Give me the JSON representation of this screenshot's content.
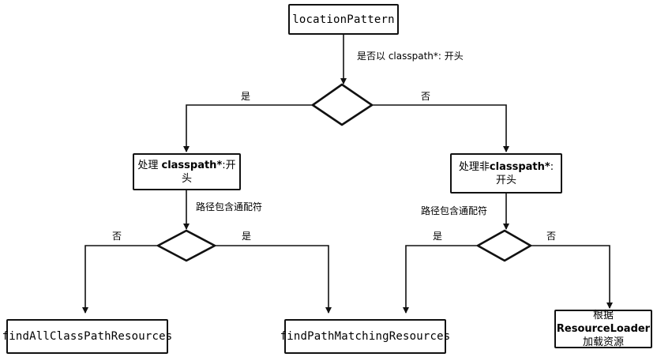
{
  "diagram": {
    "title": "locationPattern resource resolution flowchart",
    "stroke_color": "#111111",
    "background_color": "#ffffff",
    "nodes": {
      "start": {
        "label": "locationPattern",
        "shape": "box"
      },
      "decision_top": {
        "label": "",
        "shape": "diamond"
      },
      "process_left": {
        "label_prefix": "处理 ",
        "label_bold": "classpath*",
        "label_suffix": ":开头",
        "shape": "box"
      },
      "process_right": {
        "label_prefix": "处理非",
        "label_bold": "classpath*",
        "label_suffix": ":开头",
        "shape": "box"
      },
      "decision_left": {
        "label": "",
        "shape": "diamond"
      },
      "decision_right": {
        "label": "",
        "shape": "diamond"
      },
      "result_find_all": {
        "label": "findAllClassPathResources",
        "shape": "box"
      },
      "result_find_matching": {
        "label": "findPathMatchingResources",
        "shape": "box"
      },
      "result_resource_loader": {
        "line1_prefix": "根据 ",
        "line1_bold": "ResourceLoader",
        "line2": "加载资源",
        "shape": "box"
      }
    },
    "edge_labels": {
      "top_condition": "是否以 classpath*: 开头",
      "left_condition": "路径包含通配符",
      "right_condition": "路径包含通配符"
    },
    "branch_labels": {
      "top_yes": "是",
      "top_no": "否",
      "left_no": "否",
      "left_yes": "是",
      "right_yes": "是",
      "right_no": "否"
    }
  }
}
